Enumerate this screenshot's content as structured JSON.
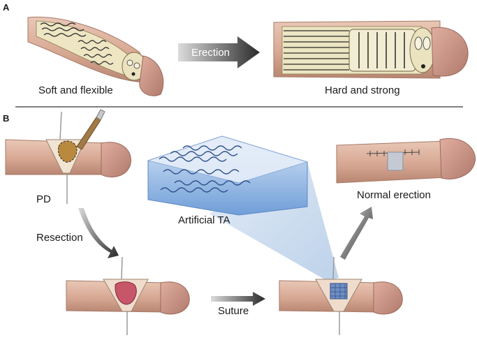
{
  "panel_a": {
    "letter": "A",
    "left_caption": "Soft and flexible",
    "arrow_label": "Erection",
    "right_caption": "Hard and strong"
  },
  "panel_b": {
    "letter": "B",
    "pd_label": "PD",
    "resection_label": "Resection",
    "suture_label": "Suture",
    "scaffold_label": "Artificial TA",
    "result_label": "Normal erection"
  },
  "colors": {
    "skin": "#dcb29e",
    "skin_dark": "#b98874",
    "glans": "#c99182",
    "tunica": "#e9e4c6",
    "scaffold": "#8fb4e0",
    "arrow": "#333333"
  }
}
